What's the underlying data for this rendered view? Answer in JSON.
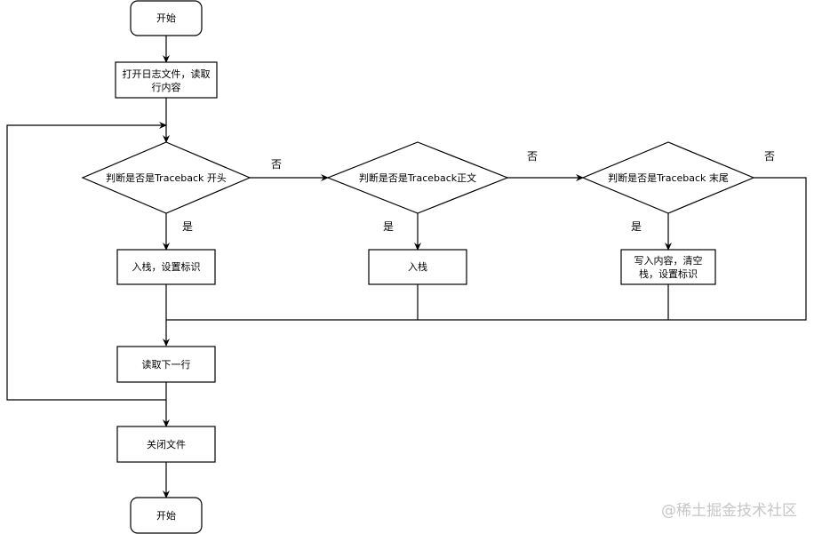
{
  "nodes": {
    "start": "开始",
    "open_file_line1": "打开日志文件，读取",
    "open_file_line2": "行内容",
    "check_start": "判断是否是Traceback 开头",
    "check_body": "判断是否是Traceback正文",
    "check_end": "判断是否是Traceback 末尾",
    "push_set_flag": "入栈，设置标识",
    "push": "入栈",
    "write_line1": "写入内容，清空",
    "write_line2": "栈，设置标识",
    "read_next": "读取下一行",
    "close_file": "关闭文件",
    "end": "开始"
  },
  "edges": {
    "no_1": "否",
    "no_2": "否",
    "no_3": "否",
    "yes_1": "是",
    "yes_2": "是",
    "yes_3": "是"
  },
  "watermark": "@稀土掘金技术社区",
  "colors": {
    "stroke": "#000000",
    "fill": "#ffffff",
    "watermark": "#c6c6c6"
  }
}
